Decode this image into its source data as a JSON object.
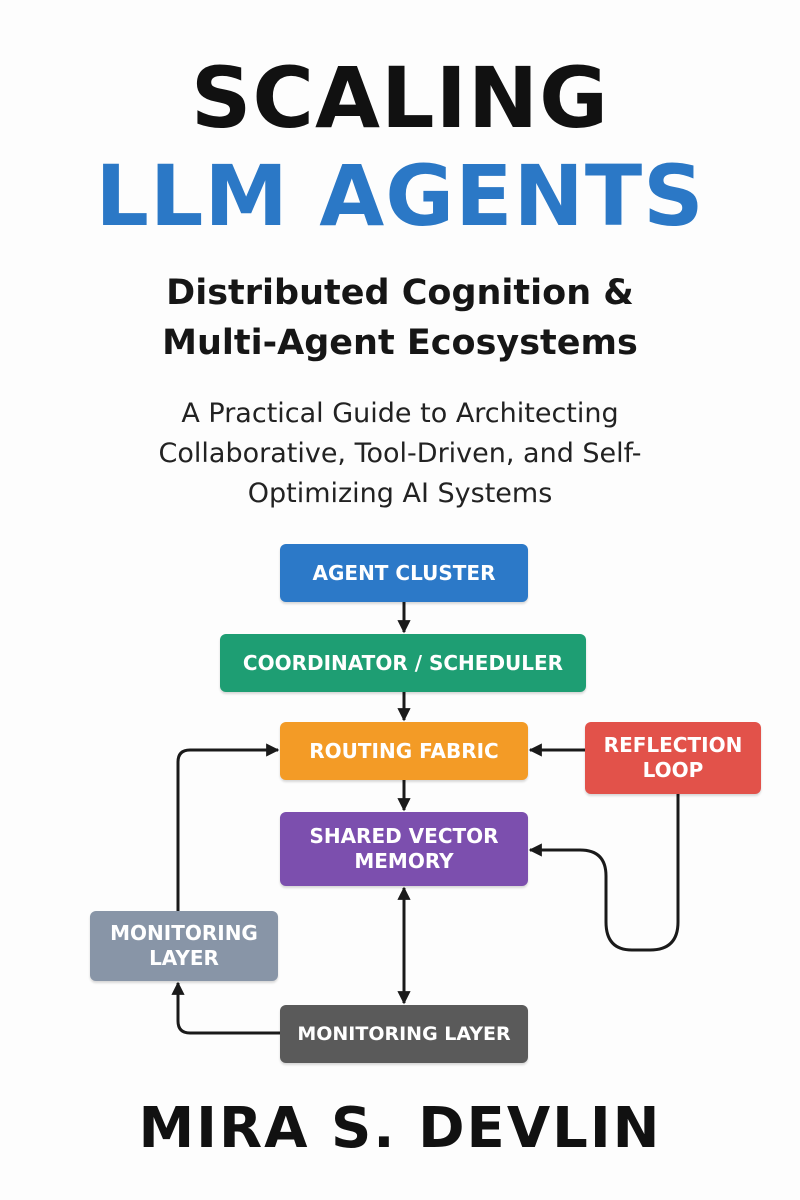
{
  "title": {
    "line1": "SCALING",
    "line2": "LLM AGENTS",
    "line2_color": "#2b78c6"
  },
  "subtitle": {
    "line1": "Distributed Cognition &",
    "line2": "Multi-Agent Ecosystems"
  },
  "tagline": {
    "line1": "A Practical Guide to Architecting",
    "line2": "Collaborative, Tool-Driven, and Self-",
    "line3": "Optimizing AI Systems"
  },
  "diagram": {
    "agent_cluster": {
      "label": "AGENT CLUSTER",
      "color": "#2c79c8"
    },
    "coordinator": {
      "label": "COORDINATOR / SCHEDULER",
      "color": "#1e9e73"
    },
    "routing_fabric": {
      "label": "ROUTING FABRIC",
      "color": "#f39b26"
    },
    "reflection_loop": {
      "line1": "REFLECTION",
      "line2": "LOOP",
      "color": "#e2524a"
    },
    "shared_memory": {
      "line1": "SHARED VECTOR",
      "line2": "MEMORY",
      "color": "#7c4fae"
    },
    "monitoring_left": {
      "line1": "MONITORING",
      "line2": "LAYER",
      "color": "#8895a7"
    },
    "monitoring_bottom": {
      "label": "MONITORING LAYER",
      "color": "#5a5a5a"
    }
  },
  "author": "MIRA S. DEVLIN"
}
